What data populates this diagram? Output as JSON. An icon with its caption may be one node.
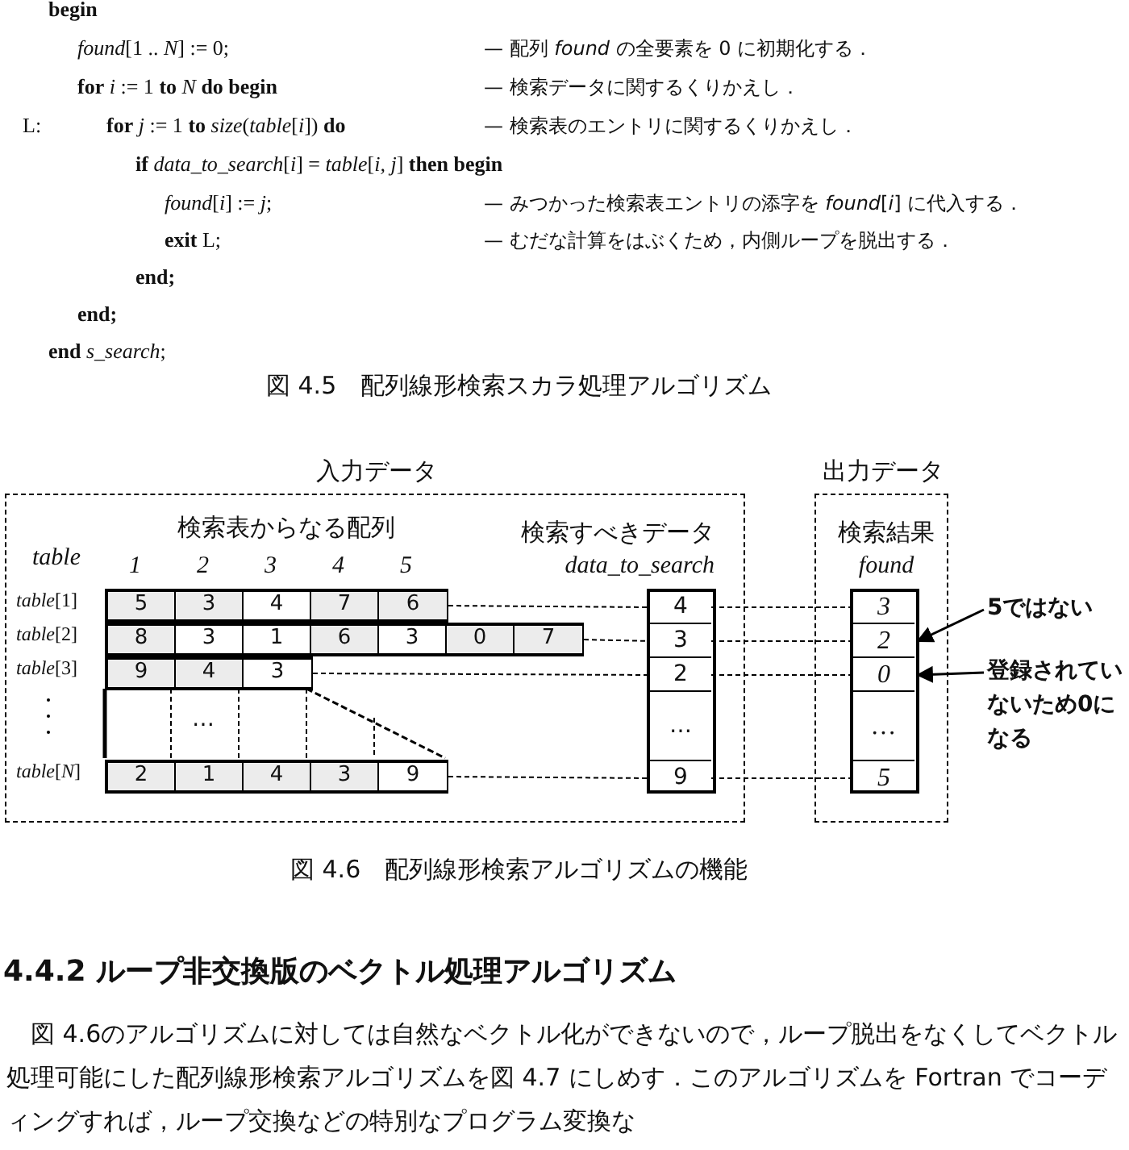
{
  "diagram": {
    "nodes": [
      {
        "text": [
          "入力データ"
        ]
      },
      {
        "text": [
          "5",
          "3",
          "4",
          "7",
          "6"
        ],
        "in": 0
      },
      {
        "text": [
          "8",
          "3",
          "1",
          "6",
          "3",
          "0",
          "7"
        ],
        "in": 0
      },
      {
        "text": [
          "9",
          "4",
          "3"
        ],
        "in": 0
      },
      {
        "text": [
          "…"
        ],
        "in": 0
      },
      {
        "text": [
          "2",
          "1",
          "4",
          "3",
          "9"
        ],
        "in": 0
      },
      {
        "text": [
          "検索すべきデータ",
          "data_to_search"
        ],
        "in": 0
      },
      {
        "text": [
          "4"
        ],
        "in": 6
      },
      {
        "text": [
          "3"
        ],
        "in": 6
      },
      {
        "text": [
          "2"
        ],
        "in": 6
      },
      {
        "text": [
          "…"
        ],
        "in": 6
      },
      {
        "text": [
          "9"
        ],
        "in": 6
      },
      {
        "text": [
          "出力データ"
        ]
      },
      {
        "text": [
          "検索結果",
          "found"
        ],
        "in": 12
      },
      {
        "text": [
          "3"
        ],
        "in": 13
      },
      {
        "text": [
          "2"
        ],
        "in": 13
      },
      {
        "text": [
          "0"
        ],
        "in": 13
      },
      {
        "text": [
          "…"
        ],
        "in": 13
      },
      {
        "text": [
          "5"
        ],
        "in": 13
      },
      {
        "text": [
          "5ではない"
        ]
      },
      {
        "text": [
          "登録されていないため0になる"
        ]
      }
    ],
    "edges": [
      {
        "from": 1,
        "to": 7,
        "arrow": "none",
        "style": "dashed"
      },
      {
        "from": 7,
        "to": 14,
        "arrow": "none",
        "style": "dashed"
      },
      {
        "from": 2,
        "to": 8,
        "arrow": "none",
        "style": "dashed"
      },
      {
        "from": 8,
        "to": 15,
        "arrow": "none",
        "style": "dashed"
      },
      {
        "from": 3,
        "to": 9,
        "arrow": "none",
        "style": "dashed"
      },
      {
        "from": 9,
        "to": 16,
        "arrow": "none",
        "style": "dashed"
      },
      {
        "from": 5,
        "to": 11,
        "arrow": "none",
        "style": "dashed"
      },
      {
        "from": 11,
        "to": 18,
        "arrow": "none",
        "style": "dashed"
      },
      {
        "from": 19,
        "to": 15,
        "arrow": "to"
      },
      {
        "from": 20,
        "to": 16,
        "arrow": "to"
      }
    ],
    "labels": [
      "begin",
      "*found*[1 .. *N*] := 0;",
      "— 配列 *found* の全要素を 0 に初期化する．",
      "**for** *i* := 1 **to** *N* **do begin**",
      "— 検索データに関するくりかえし．",
      "L:",
      "**for** *j* := 1 **to** *size*(*table*[*i*]) **do**",
      "— 検索表のエントリに関するくりかえし．",
      "**if** *data_to_search*[*i*] = *table*[*i, j*] **then begin**",
      "*found*[*i*] := *j*;",
      "— みつかった検索表エントリの添字を *found*[*i*] に代入する．",
      "**exit** L;",
      "— むだな計算をはぶくため，内側ループを脱出する．",
      "end;",
      "end;",
      "**end** *s_search*;",
      "図 4.5　配列線形検索スカラ処理アルゴリズム",
      "検索表からなる配列",
      "table",
      "1",
      "2",
      "3",
      "4",
      "5",
      "*table*[1]",
      "*table*[2]",
      "*table*[3]",
      "*table*[*N*]",
      "図 4.6　配列線形検索アルゴリズムの機能",
      "4.4.2 ループ非交換版のベクトル処理アルゴリズム",
      "図 4.6のアルゴリズムに対しては自然なベクトル化ができないので，ループ脱出をなくしてベクトル処理可能にした配列線形検索アルゴリズムを図 4.7 にしめす．このアルゴリズムを Fortran でコーディングすれば，ループ交換などの特別なプログラム変換な"
    ]
  }
}
